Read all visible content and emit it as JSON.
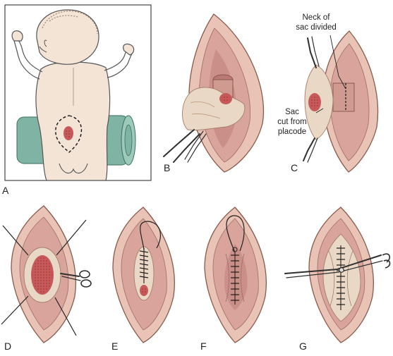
{
  "panels": {
    "a": {
      "label": "A"
    },
    "b": {
      "label": "B"
    },
    "c": {
      "label": "C",
      "callout_neck": [
        "Neck of",
        "sac divided"
      ],
      "callout_sac": [
        "Sac",
        "cut from",
        "placode"
      ]
    },
    "d": {
      "label": "D"
    },
    "e": {
      "label": "E"
    },
    "f": {
      "label": "F"
    },
    "g": {
      "label": "G"
    }
  },
  "colors": {
    "skin": "#e9c3b6",
    "muscle": "#d9a49b",
    "placode": "#c65a5a",
    "roll": "#7fb3a3",
    "panel_a_bg": "#ffffff"
  }
}
